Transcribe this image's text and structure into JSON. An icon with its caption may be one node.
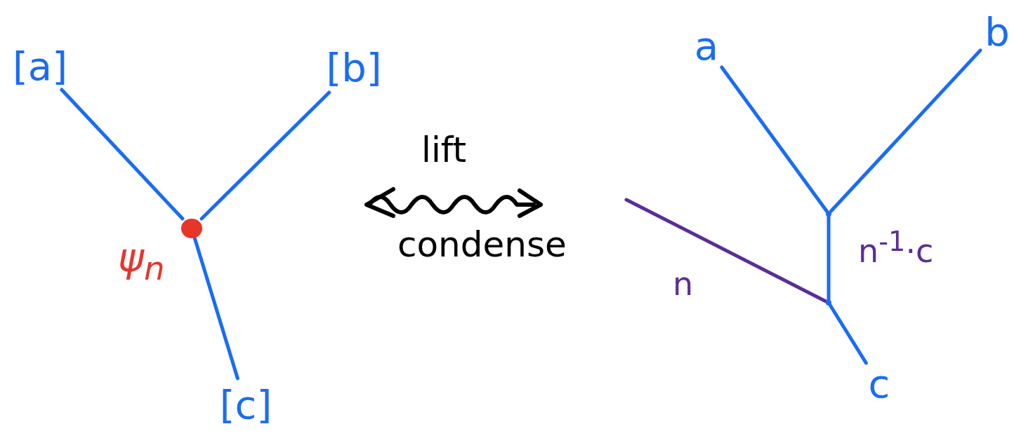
{
  "diagram": {
    "nodes": [
      {
        "text": [
          "[a]"
        ]
      },
      {
        "text": [
          "[b]"
        ]
      },
      {
        "text": [],
        "shape": "circle",
        "beside": [
          "ψ$_{n}$"
        ]
      },
      {
        "text": [
          "[c]"
        ]
      },
      {
        "text": [
          "a"
        ]
      },
      {
        "text": [
          "b"
        ]
      },
      {
        "text": [],
        "shape": "point"
      },
      {
        "text": [],
        "shape": "point"
      },
      {
        "text": [
          "c"
        ]
      }
    ],
    "edges": [
      {
        "from": 0,
        "to": 2,
        "arrow": "none"
      },
      {
        "from": 1,
        "to": 2,
        "arrow": "none"
      },
      {
        "from": 2,
        "to": 3,
        "arrow": "none"
      },
      {
        "from": 4,
        "to": 6,
        "arrow": "none"
      },
      {
        "from": 5,
        "to": 6,
        "arrow": "none"
      },
      {
        "from": 6,
        "to": 7,
        "arrow": "none",
        "label": "n$^{-1}$·c"
      },
      {
        "from": 7,
        "to": 8,
        "arrow": "none"
      },
      {
        "from": null,
        "to": 7,
        "arrow": "none",
        "label": "n",
        "color": "#5b2d99"
      }
    ],
    "labels": [
      "lift",
      "condense"
    ]
  }
}
